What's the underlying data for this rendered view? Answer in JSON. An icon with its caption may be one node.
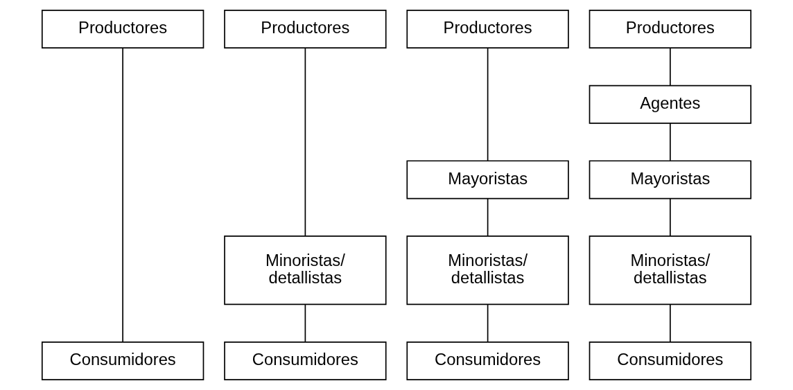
{
  "diagram": {
    "nodes": [
      {
        "text": [
          "Productores"
        ]
      },
      {
        "text": [
          "Consumidores"
        ]
      },
      {
        "text": [
          "Productores"
        ]
      },
      {
        "text": [
          "Minoristas/ detallistas"
        ]
      },
      {
        "text": [
          "Consumidores"
        ]
      },
      {
        "text": [
          "Productores"
        ]
      },
      {
        "text": [
          "Mayoristas"
        ]
      },
      {
        "text": [
          "Minoristas/ detallistas"
        ]
      },
      {
        "text": [
          "Consumidores"
        ]
      },
      {
        "text": [
          "Productores"
        ]
      },
      {
        "text": [
          "Agentes"
        ]
      },
      {
        "text": [
          "Mayoristas"
        ]
      },
      {
        "text": [
          "Minoristas/ detallistas"
        ]
      },
      {
        "text": [
          "Consumidores"
        ]
      }
    ],
    "edges": [
      {
        "from": 0,
        "to": 1,
        "arrow": "none"
      },
      {
        "from": 2,
        "to": 3,
        "arrow": "none"
      },
      {
        "from": 3,
        "to": 4,
        "arrow": "none"
      },
      {
        "from": 5,
        "to": 6,
        "arrow": "none"
      },
      {
        "from": 6,
        "to": 7,
        "arrow": "none"
      },
      {
        "from": 7,
        "to": 8,
        "arrow": "none"
      },
      {
        "from": 9,
        "to": 10,
        "arrow": "none"
      },
      {
        "from": 10,
        "to": 11,
        "arrow": "none"
      },
      {
        "from": 11,
        "to": 12,
        "arrow": "none"
      },
      {
        "from": 12,
        "to": 13,
        "arrow": "none"
      }
    ]
  }
}
